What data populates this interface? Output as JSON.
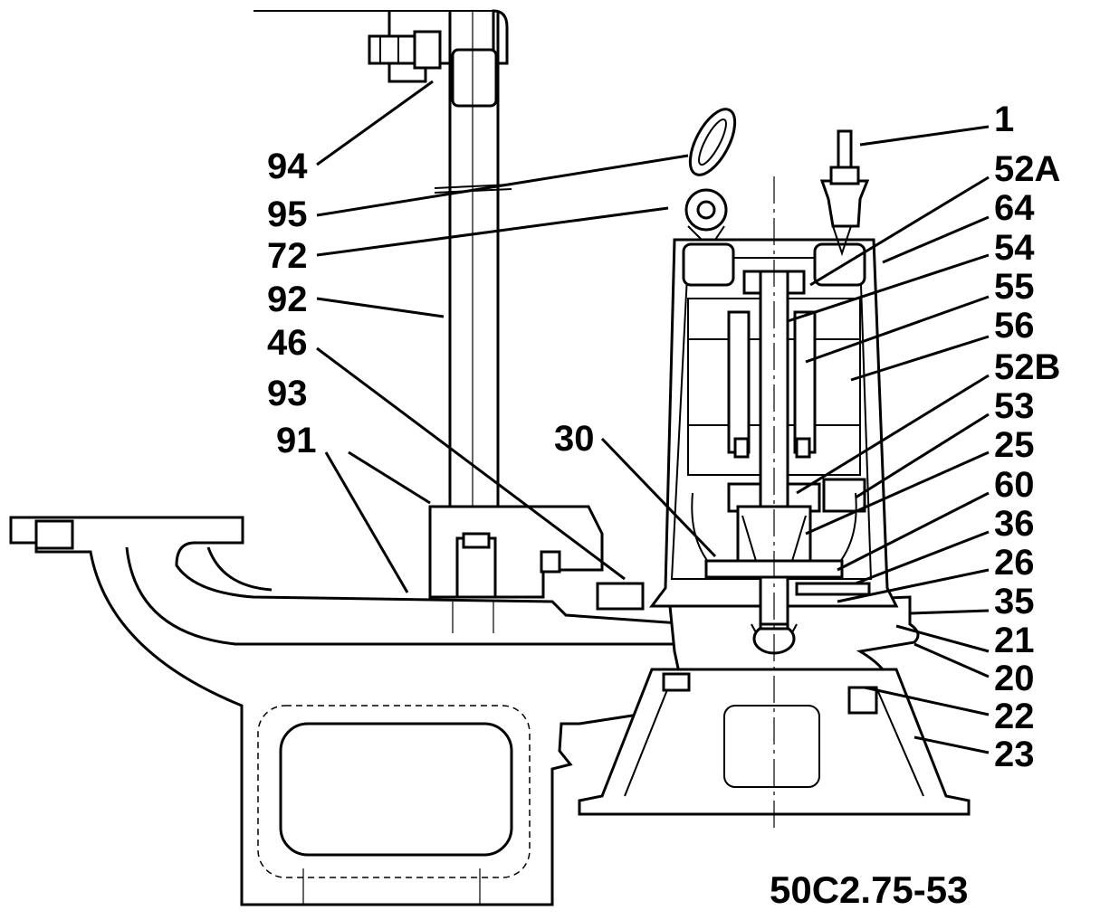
{
  "drawing_code": "50C2.75-53",
  "callouts_left": [
    "94",
    "95",
    "72",
    "92",
    "46",
    "93",
    "91",
    "30"
  ],
  "callouts_right": [
    "1",
    "52A",
    "64",
    "54",
    "55",
    "56",
    "52B",
    "53",
    "25",
    "60",
    "36",
    "26",
    "35",
    "21",
    "20",
    "22",
    "23"
  ]
}
